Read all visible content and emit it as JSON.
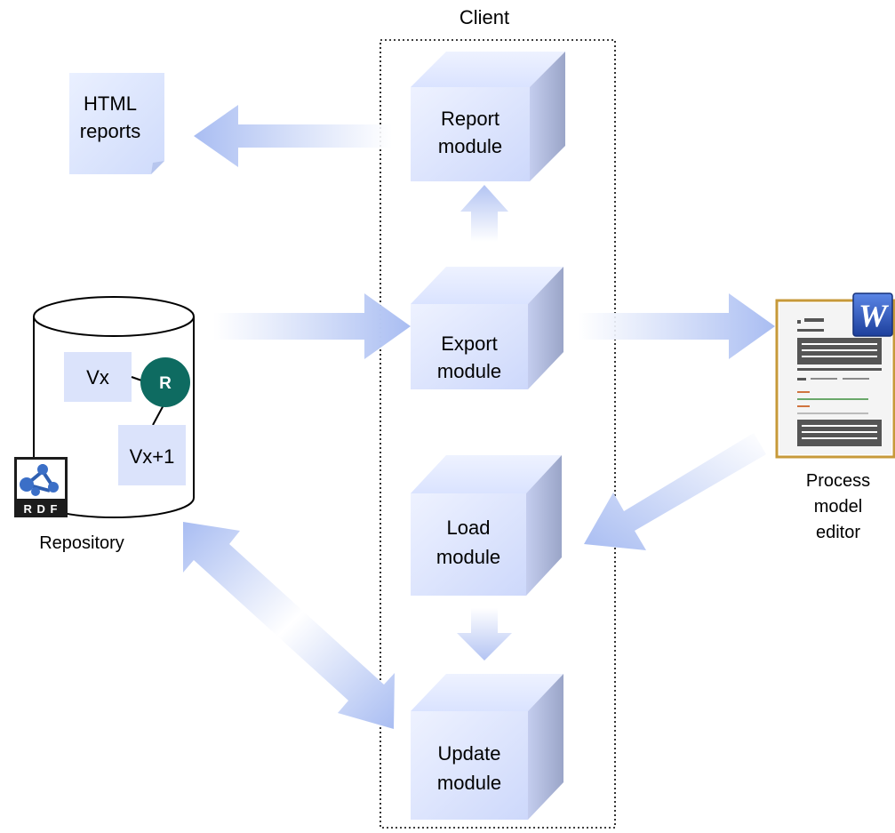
{
  "client": {
    "title": "Client"
  },
  "modules": {
    "report": [
      "Report",
      "module"
    ],
    "export": [
      "Export",
      "module"
    ],
    "load": [
      "Load",
      "module"
    ],
    "update": [
      "Update",
      "module"
    ]
  },
  "html_reports": [
    "HTML",
    "reports"
  ],
  "repository": {
    "label": "Repository",
    "node_vx": "Vx",
    "node_r": "R",
    "node_vx1": "Vx+1",
    "rdf_logo": "R D F"
  },
  "editor": {
    "label": [
      "Process",
      "model",
      "editor"
    ],
    "word_icon_letter": "W"
  },
  "colors": {
    "arrow": "#b4c6f4",
    "box_front": "#dfe6ff",
    "node_r": "#0e6b61",
    "frame": "#000000"
  }
}
